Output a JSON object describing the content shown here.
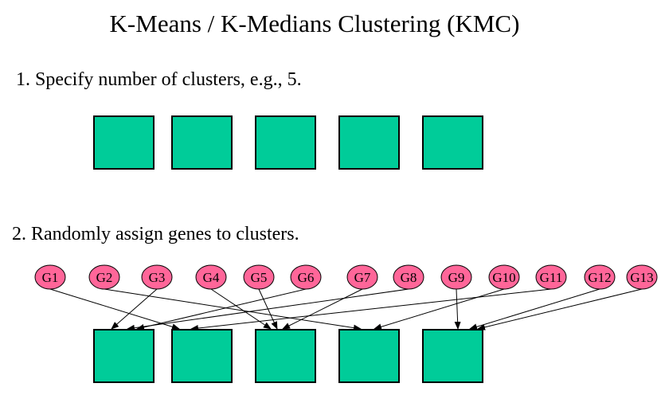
{
  "title": "K-Means / K-Medians Clustering (KMC)",
  "step1": "1. Specify number of clusters, e.g., 5.",
  "step2": "2. Randomly assign genes to clusters.",
  "colors": {
    "cluster": "#00cc99",
    "gene": "#ff6699"
  },
  "clusters": [
    "C1",
    "C2",
    "C3",
    "C4",
    "C5"
  ],
  "genes": [
    "G1",
    "G2",
    "G3",
    "G4",
    "G5",
    "G6",
    "G7",
    "G8",
    "G9",
    "G10",
    "G11",
    "G12",
    "G13"
  ],
  "assignments": [
    {
      "gene": "G1",
      "cluster": 2
    },
    {
      "gene": "G2",
      "cluster": 4
    },
    {
      "gene": "G3",
      "cluster": 1
    },
    {
      "gene": "G4",
      "cluster": 3
    },
    {
      "gene": "G5",
      "cluster": 3
    },
    {
      "gene": "G6",
      "cluster": 1
    },
    {
      "gene": "G7",
      "cluster": 3
    },
    {
      "gene": "G8",
      "cluster": 1
    },
    {
      "gene": "G9",
      "cluster": 5
    },
    {
      "gene": "G10",
      "cluster": 4
    },
    {
      "gene": "G11",
      "cluster": 2
    },
    {
      "gene": "G12",
      "cluster": 5
    },
    {
      "gene": "G13",
      "cluster": 5
    }
  ]
}
